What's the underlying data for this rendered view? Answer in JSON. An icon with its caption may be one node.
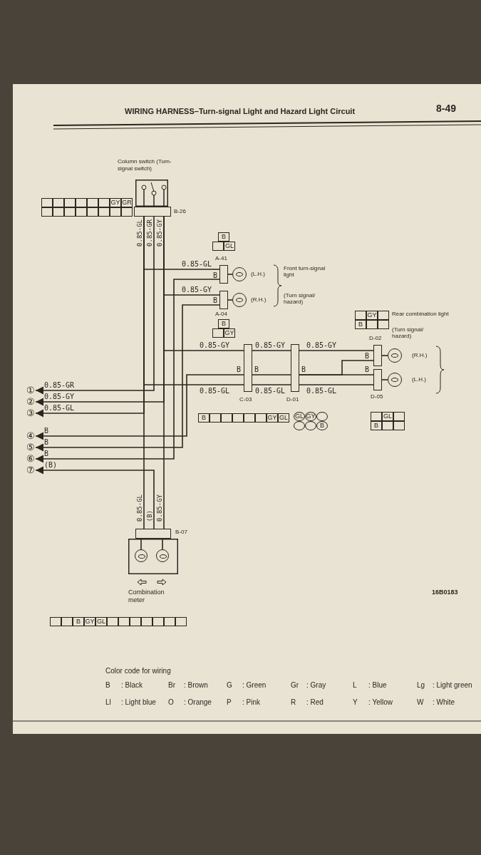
{
  "diagram": {
    "title": "WIRING HARNESS–Turn-signal Light and Hazard Light Circuit",
    "nodes": [
      {
        "text": [
          "Column switch (Turn-signal switch)"
        ]
      },
      {
        "text": [],
        "shape": "box",
        "beside": [
          "B-26"
        ]
      },
      {
        "text": [],
        "shape": "box",
        "beside": [
          "A-41"
        ]
      },
      {
        "text": [],
        "shape": "circle",
        "beside": [
          "(L.H.)"
        ]
      },
      {
        "text": [],
        "shape": "box",
        "beside": [
          "A-04"
        ]
      },
      {
        "text": [],
        "shape": "circle",
        "beside": [
          "(R.H.)"
        ]
      },
      {
        "text": [],
        "shape": "box",
        "beside": [
          "C-03"
        ]
      },
      {
        "text": [],
        "shape": "box",
        "beside": [
          "D-01"
        ]
      },
      {
        "text": [],
        "shape": "box",
        "beside": [
          "D-02"
        ]
      },
      {
        "text": [],
        "shape": "circle",
        "beside": [
          "(R.H.)"
        ]
      },
      {
        "text": [],
        "shape": "box",
        "beside": [
          "D-05"
        ]
      },
      {
        "text": [],
        "shape": "circle",
        "beside": [
          "(L.H.)"
        ]
      },
      {
        "text": [
          "①"
        ]
      },
      {
        "text": [
          "②"
        ]
      },
      {
        "text": [
          "③"
        ]
      },
      {
        "text": [
          "④"
        ]
      },
      {
        "text": [
          "⑤"
        ]
      },
      {
        "text": [
          "⑥"
        ]
      },
      {
        "text": [
          "⑦"
        ]
      },
      {
        "text": [],
        "shape": "box",
        "beside": [
          "B-07"
        ]
      },
      {
        "text": [
          "Combination meter"
        ]
      },
      {
        "text": [],
        "shape": "circle",
        "in": 20
      },
      {
        "text": [],
        "shape": "circle",
        "in": 20
      }
    ],
    "edges": [
      {
        "from": 1,
        "to": 2,
        "arrow": "none",
        "label": "0.85-GL"
      },
      {
        "from": 2,
        "to": 3,
        "arrow": "none"
      },
      {
        "from": 1,
        "to": 4,
        "arrow": "none",
        "label": "0.85-GY"
      },
      {
        "from": 4,
        "to": 5,
        "arrow": "none"
      },
      {
        "from": 2,
        "to": 17,
        "arrow": "to",
        "label": "B"
      },
      {
        "from": 4,
        "to": 16,
        "arrow": "to",
        "label": "B"
      },
      {
        "from": 1,
        "to": 12,
        "arrow": "to",
        "label": "0.85-GR"
      },
      {
        "from": 1,
        "to": 13,
        "arrow": "to",
        "label": "0.85-GY"
      },
      {
        "from": 1,
        "to": 14,
        "arrow": "to",
        "label": "0.85-GL"
      },
      {
        "from": 6,
        "to": 15,
        "arrow": "to",
        "label": "B"
      },
      {
        "from": 1,
        "to": 6,
        "arrow": "none",
        "label": "0.85-GY"
      },
      {
        "from": 1,
        "to": 6,
        "arrow": "none",
        "label": "0.85-GL"
      },
      {
        "from": 6,
        "to": 7,
        "arrow": "none",
        "label": "0.85-GY"
      },
      {
        "from": 6,
        "to": 7,
        "arrow": "none",
        "label": "0.85-GL"
      },
      {
        "from": 6,
        "to": 7,
        "arrow": "none"
      },
      {
        "from": 7,
        "to": 8,
        "arrow": "none",
        "label": "0.85-GY"
      },
      {
        "from": 7,
        "to": 10,
        "arrow": "none",
        "label": "0.85-GL"
      },
      {
        "from": 7,
        "to": 10,
        "arrow": "none"
      },
      {
        "from": 7,
        "to": 8,
        "arrow": "none"
      },
      {
        "from": 8,
        "to": 9,
        "arrow": "none"
      },
      {
        "from": 10,
        "to": 11,
        "arrow": "none"
      },
      {
        "from": 1,
        "to": 19,
        "arrow": "none"
      },
      {
        "from": 1,
        "to": 19,
        "arrow": "none"
      },
      {
        "from": 19,
        "to": 18,
        "arrow": "to",
        "label": "(B)"
      },
      {
        "from": 19,
        "to": 21,
        "arrow": "none"
      },
      {
        "from": 19,
        "to": 22,
        "arrow": "none"
      }
    ],
    "labels": [
      "8-49",
      "GY",
      "GR",
      "0.85-GL",
      "0.85-GR",
      "0.85-GY",
      "B",
      "GL",
      "B",
      "Front turn-signal light",
      "B",
      "(Turn signal/ hazard)",
      "B",
      "GY",
      "GY",
      "B",
      "Rear combination light",
      "(Turn signal/ hazard)",
      "B",
      "B",
      "B",
      "B",
      "B",
      "B",
      "GY",
      "GL",
      "GL",
      "GY",
      "B",
      "GL",
      "B",
      "0.85-GL",
      "(B)",
      "0.85-GY",
      "16B0183",
      "B",
      "GY",
      "GL",
      "Color code for wiring",
      "B",
      ": Black",
      "Br",
      ": Brown",
      "G",
      ": Green",
      "Gr",
      ": Gray",
      "L",
      ": Blue",
      "Lg",
      ": Light green",
      "Ll",
      ": Light blue",
      "O",
      ": Orange",
      "P",
      ": Pink",
      "R",
      ": Red",
      "Y",
      ": Yellow",
      "W",
      ": White"
    ]
  }
}
